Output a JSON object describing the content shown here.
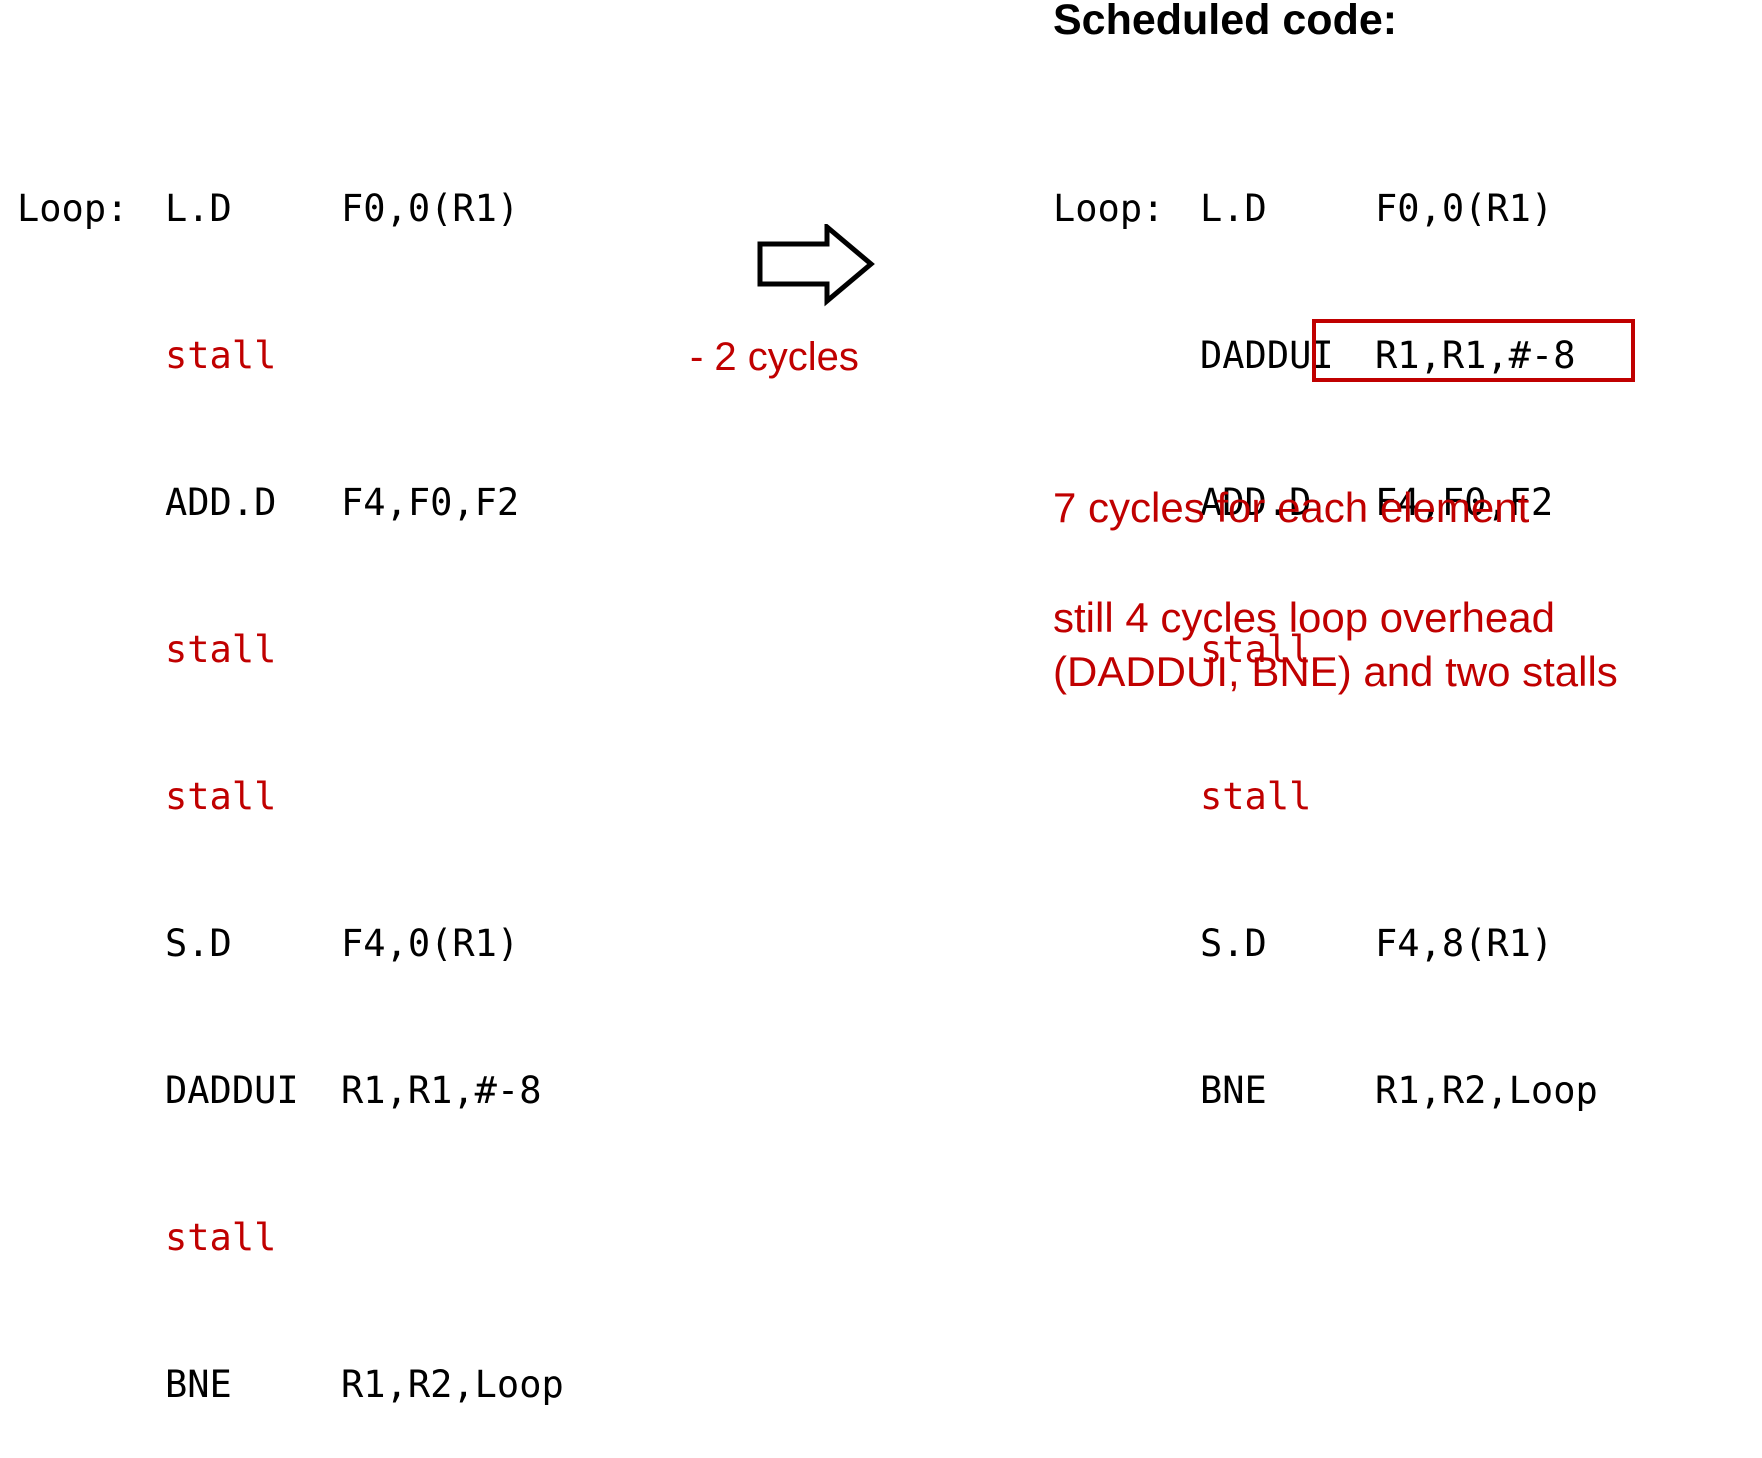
{
  "left": {
    "rows": [
      {
        "label": "Loop:",
        "op": "L.D",
        "args": "F0,0(R1)",
        "stall": false
      },
      {
        "label": "",
        "op": "stall",
        "args": "",
        "stall": true
      },
      {
        "label": "",
        "op": "ADD.D",
        "args": "F4,F0,F2",
        "stall": false
      },
      {
        "label": "",
        "op": "stall",
        "args": "",
        "stall": true
      },
      {
        "label": "",
        "op": "stall",
        "args": "",
        "stall": true
      },
      {
        "label": "",
        "op": "S.D",
        "args": "F4,0(R1)",
        "stall": false
      },
      {
        "label": "",
        "op": "DADDUI",
        "args": "R1,R1,#-8",
        "stall": false
      },
      {
        "label": "",
        "op": "stall",
        "args": "",
        "stall": true
      },
      {
        "label": "",
        "op": "BNE",
        "args": "R1,R2,Loop",
        "stall": false
      }
    ]
  },
  "arrow_caption": "- 2 cycles",
  "right": {
    "title": "Scheduled code:",
    "rows": [
      {
        "label": "Loop:",
        "op": "L.D",
        "args": "F0,0(R1)",
        "stall": false
      },
      {
        "label": "",
        "op": "DADDUI",
        "args": "R1,R1,#-8",
        "stall": false
      },
      {
        "label": "",
        "op": "ADD.D",
        "args": "F4,F0,F2",
        "stall": false
      },
      {
        "label": "",
        "op": "stall",
        "args": "",
        "stall": true
      },
      {
        "label": "",
        "op": "stall",
        "args": "",
        "stall": true
      },
      {
        "label": "",
        "op": "S.D",
        "args": "F4,8(R1)",
        "stall": false
      },
      {
        "label": "",
        "op": "BNE",
        "args": "R1,R2,Loop",
        "stall": false
      }
    ],
    "note1": "7 cycles for each element",
    "note2_line1": "still 4 cycles loop overhead",
    "note2_line2": "(DADDUI, BNE) and two stalls"
  },
  "colors": {
    "stall": "#c00000",
    "highlight": "#c00000"
  },
  "icons": {
    "arrow": "right-arrow-icon"
  }
}
